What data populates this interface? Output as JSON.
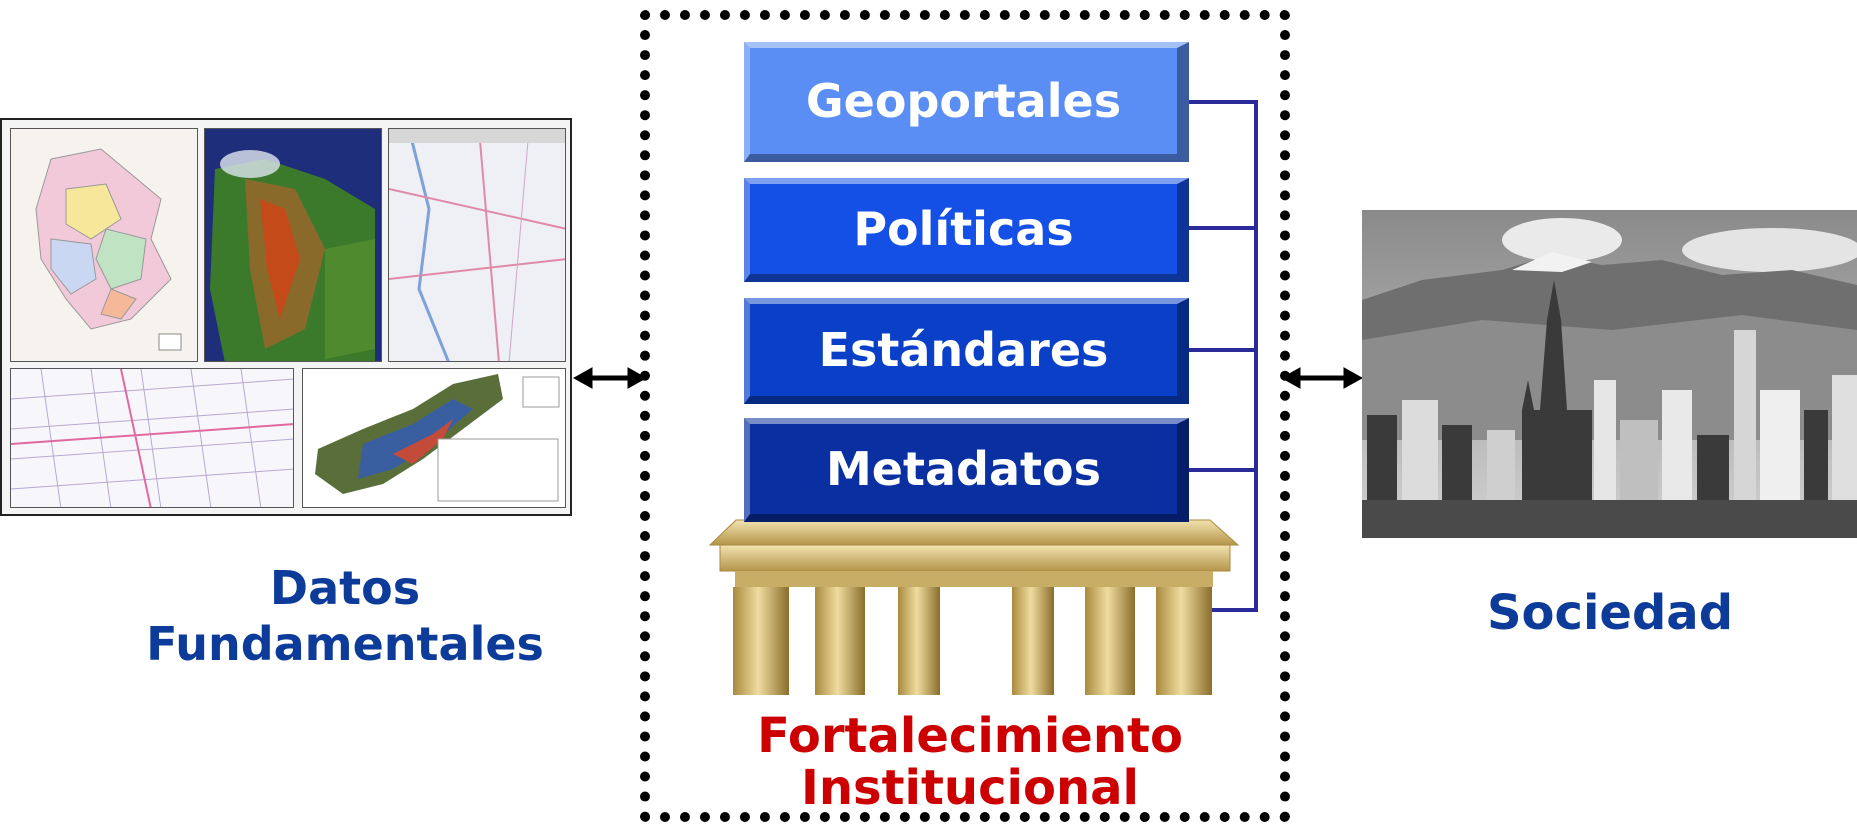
{
  "left": {
    "caption_line1": "Datos",
    "caption_line2": "Fundamentales"
  },
  "center": {
    "pillars": [
      {
        "label": "Geoportales",
        "color": "#5b8ef5"
      },
      {
        "label": "Políticas",
        "color": "#1550e6"
      },
      {
        "label": "Estándares",
        "color": "#0a3fc7"
      },
      {
        "label": "Metadatos",
        "color": "#0a2fa0"
      }
    ],
    "caption_line1": "Fortalecimiento",
    "caption_line2": "Institucional",
    "connector_color": "#2a2a9a"
  },
  "right": {
    "caption": "Sociedad"
  },
  "colors": {
    "caption_blue": "#0c3b9a",
    "caption_red": "#cc0000"
  }
}
